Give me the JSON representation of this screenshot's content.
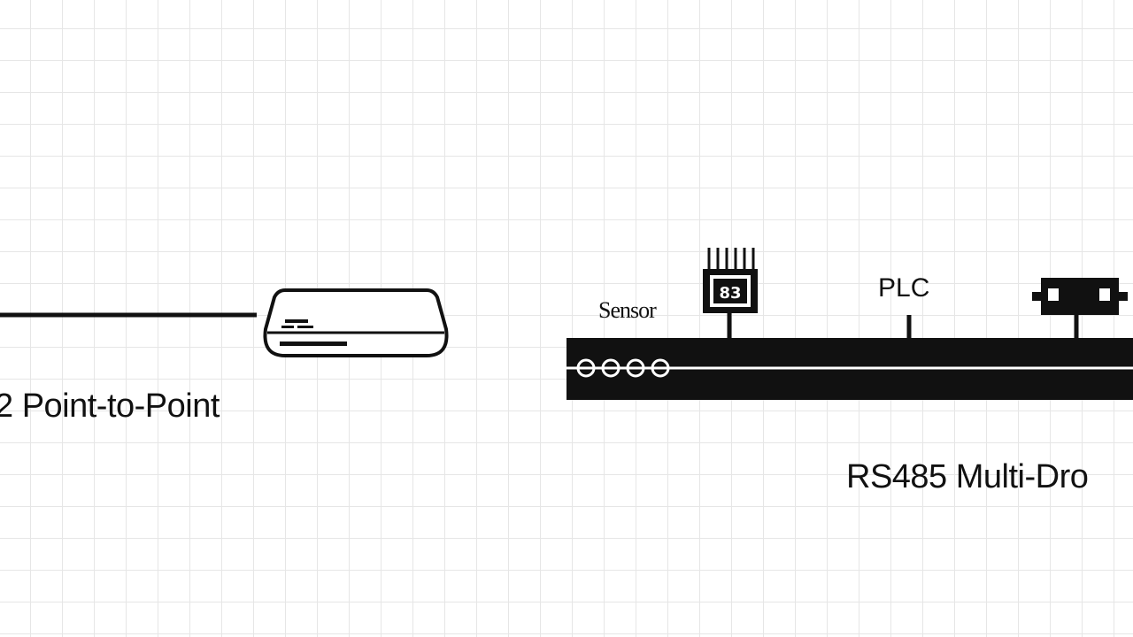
{
  "diagram": {
    "left_title": "2 Point-to-Point",
    "right_title": "RS485 Multi-Dro",
    "bus_labels": {
      "sensor": "Sensor",
      "plc": "PLC"
    },
    "chip_text": "83",
    "icons": {
      "point_device": "network-device-icon",
      "chip": "chip-icon",
      "connector": "connector-icon"
    },
    "colors": {
      "ink": "#111111",
      "grid": "#e6e6e6",
      "background": "#ffffff"
    }
  }
}
